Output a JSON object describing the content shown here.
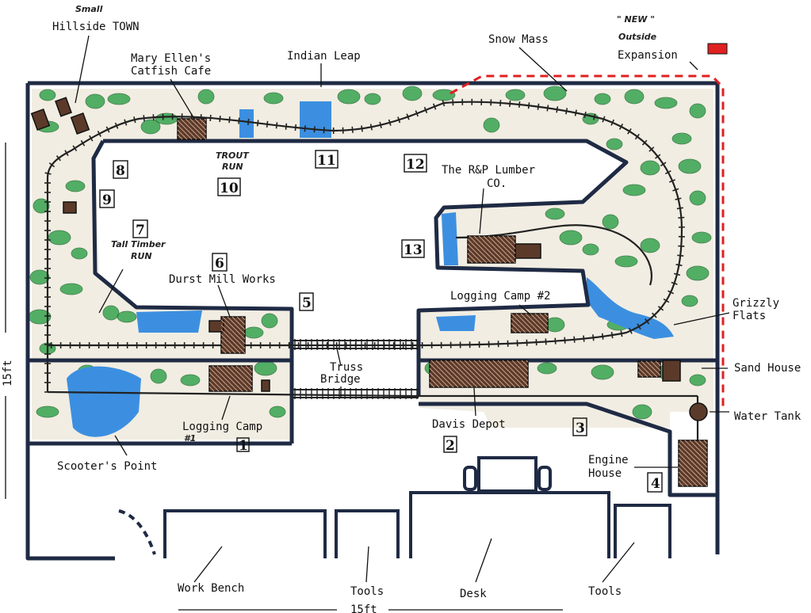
{
  "labels": {
    "small": "Small",
    "hillside_town": "Hillside TOWN",
    "mary_ellens_1": "Mary Ellen's",
    "mary_ellens_2": "Catfish Cafe",
    "indian_leap": "Indian Leap",
    "snow_mass": "Snow Mass",
    "new_outside_1": "\" NEW \"",
    "new_outside_2": "Outside",
    "expansion": "Expansion",
    "trout_run_1": "TROUT",
    "trout_run_2": "RUN",
    "rp_lumber_1": "The R&P Lumber",
    "rp_lumber_2": "CO.",
    "tall_timber_1": "Tall Timber",
    "tall_timber_2": "RUN",
    "durst_mill": "Durst Mill Works",
    "logging_camp_2": "Logging Camp #2",
    "grizzly_1": "Grizzly",
    "grizzly_2": "Flats",
    "truss_1": "Truss",
    "truss_2": "Bridge",
    "sand_house": "Sand House",
    "water_tank": "Water Tank",
    "logging_camp_1a": "Logging Camp",
    "logging_camp_1b": "#1",
    "davis_depot": "Davis Depot",
    "scooters_point": "Scooter's Point",
    "engine_1": "Engine",
    "engine_2": "House",
    "work_bench": "Work Bench",
    "tools_left": "Tools",
    "desk": "Desk",
    "tools_right": "Tools",
    "dim_side": "15ft",
    "dim_bottom": "15ft"
  },
  "stations": [
    "1",
    "2",
    "3",
    "4",
    "5",
    "6",
    "7",
    "8",
    "9",
    "10",
    "11",
    "12",
    "13"
  ],
  "colors": {
    "outline": "#1f2a44",
    "water": "#3c8fe0",
    "trees": "#1e9a3a",
    "ground": "#b08a5a",
    "expansion": "#e02020",
    "building": "#5b3a2a"
  }
}
